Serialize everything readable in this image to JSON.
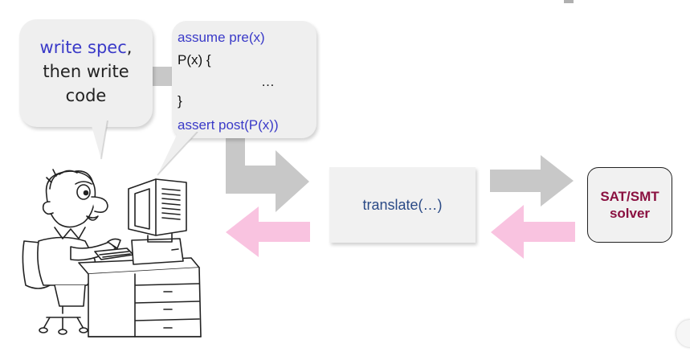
{
  "bubble_left": {
    "spec_word": "write spec",
    "comma": ",",
    "line2": "then write",
    "line3": "code"
  },
  "code_bubble": {
    "line1": "assume pre(x)",
    "line2": "P(x) {",
    "line3": "…",
    "line4": "}",
    "line5": "assert post(P(x))"
  },
  "translate_box": {
    "label": "translate(…)"
  },
  "solver_box": {
    "line1": "SAT/SMT",
    "line2": "solver"
  },
  "colors": {
    "forward_arrow": "#c8c8c8",
    "return_arrow": "#f9c3e0",
    "spec_text": "#3a3ac8",
    "translate_text": "#2a4a86",
    "solver_text": "#8a1040"
  },
  "icons": [
    "programmer-at-computer-illustration",
    "forward-arrow",
    "return-arrow"
  ]
}
